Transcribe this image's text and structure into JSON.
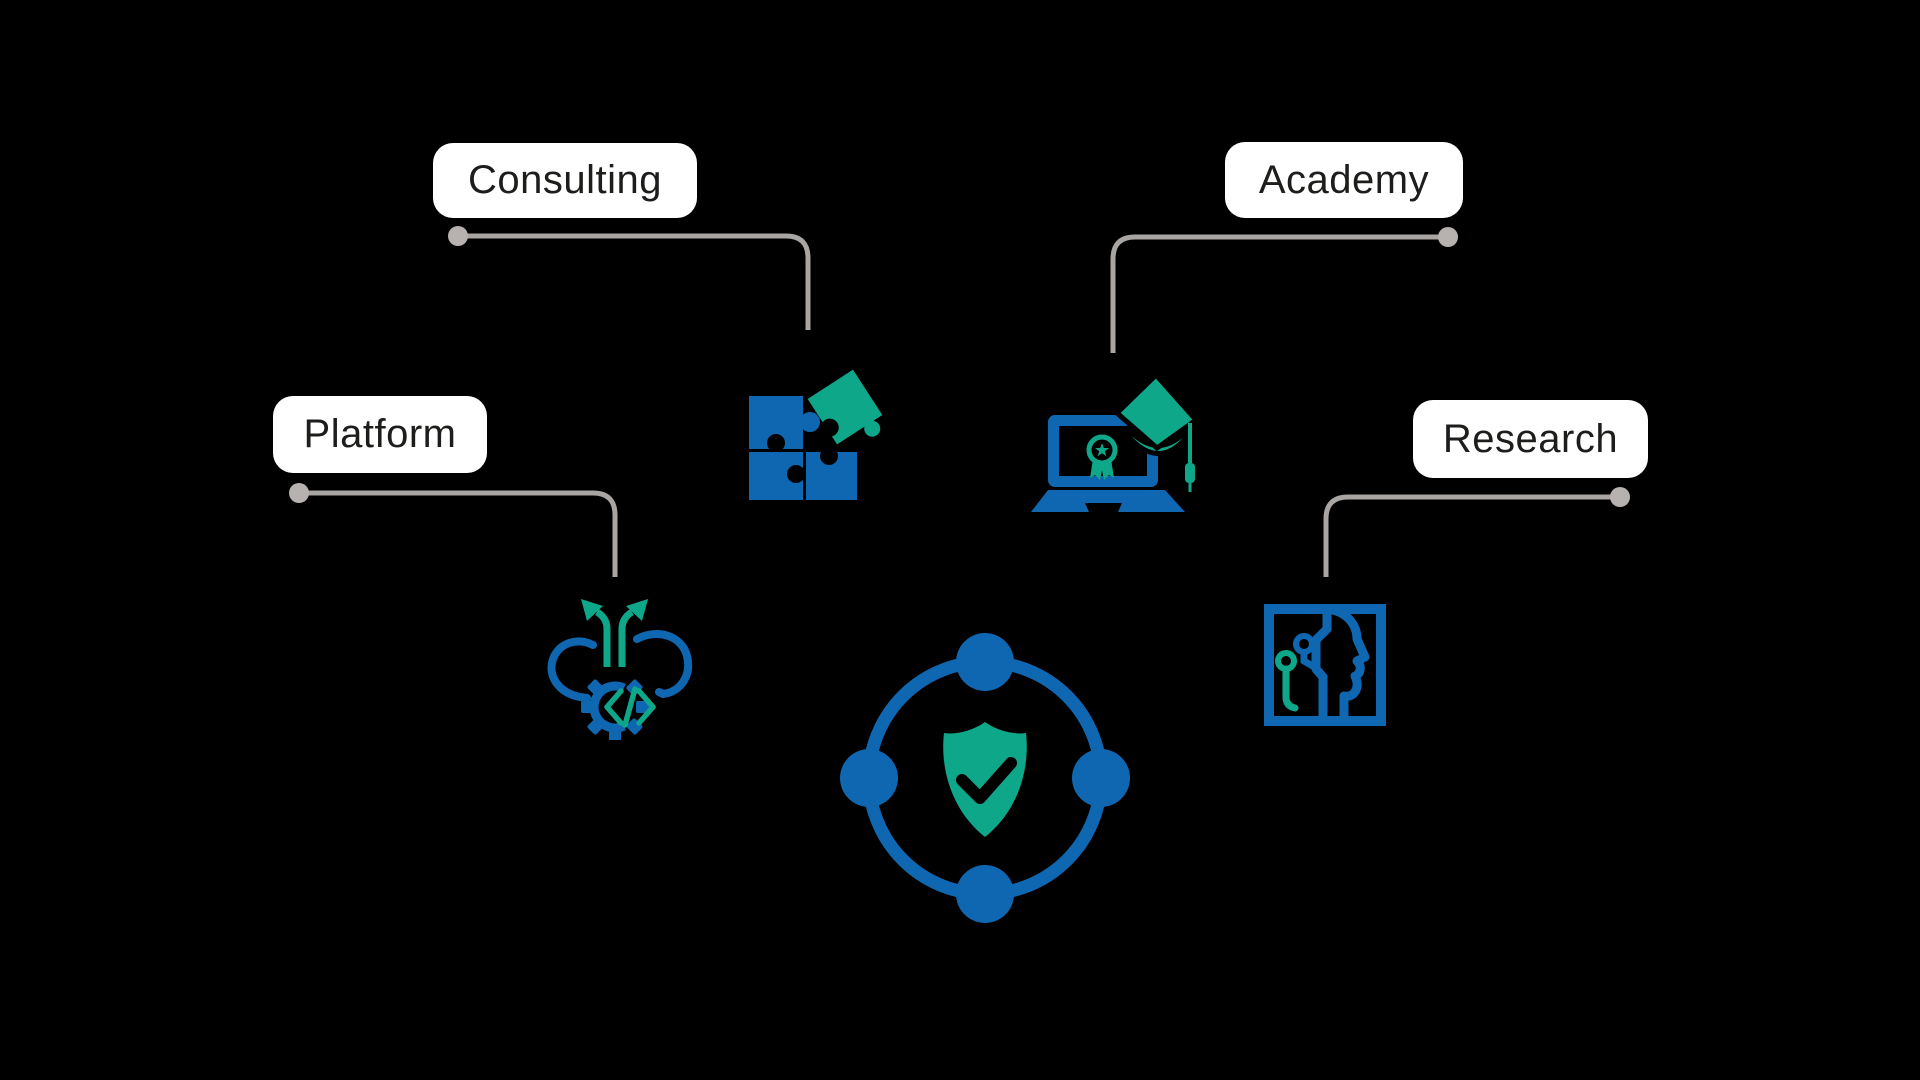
{
  "background": "#000000",
  "palette": {
    "bg": "#000000",
    "blue": "#0F67B1",
    "teal": "#0FA78A",
    "line_gray": "#A9A5A2",
    "dot_gray": "#B7B2AF",
    "label_bg": "#FFFFFF",
    "label_text": "#1D1D1B"
  },
  "nodes": [
    {
      "label": "Consulting",
      "icon": "puzzle-pieces-icon"
    },
    {
      "label": "Academy",
      "icon": "laptop-graduation-cap-icon"
    },
    {
      "label": "Platform",
      "icon": "cloud-branch-code-gear-icon"
    },
    {
      "label": "Research",
      "icon": "ai-head-circuit-icon"
    }
  ],
  "center": {
    "icon": "shield-check-network-icon"
  },
  "icon_code_glyph": "</>"
}
